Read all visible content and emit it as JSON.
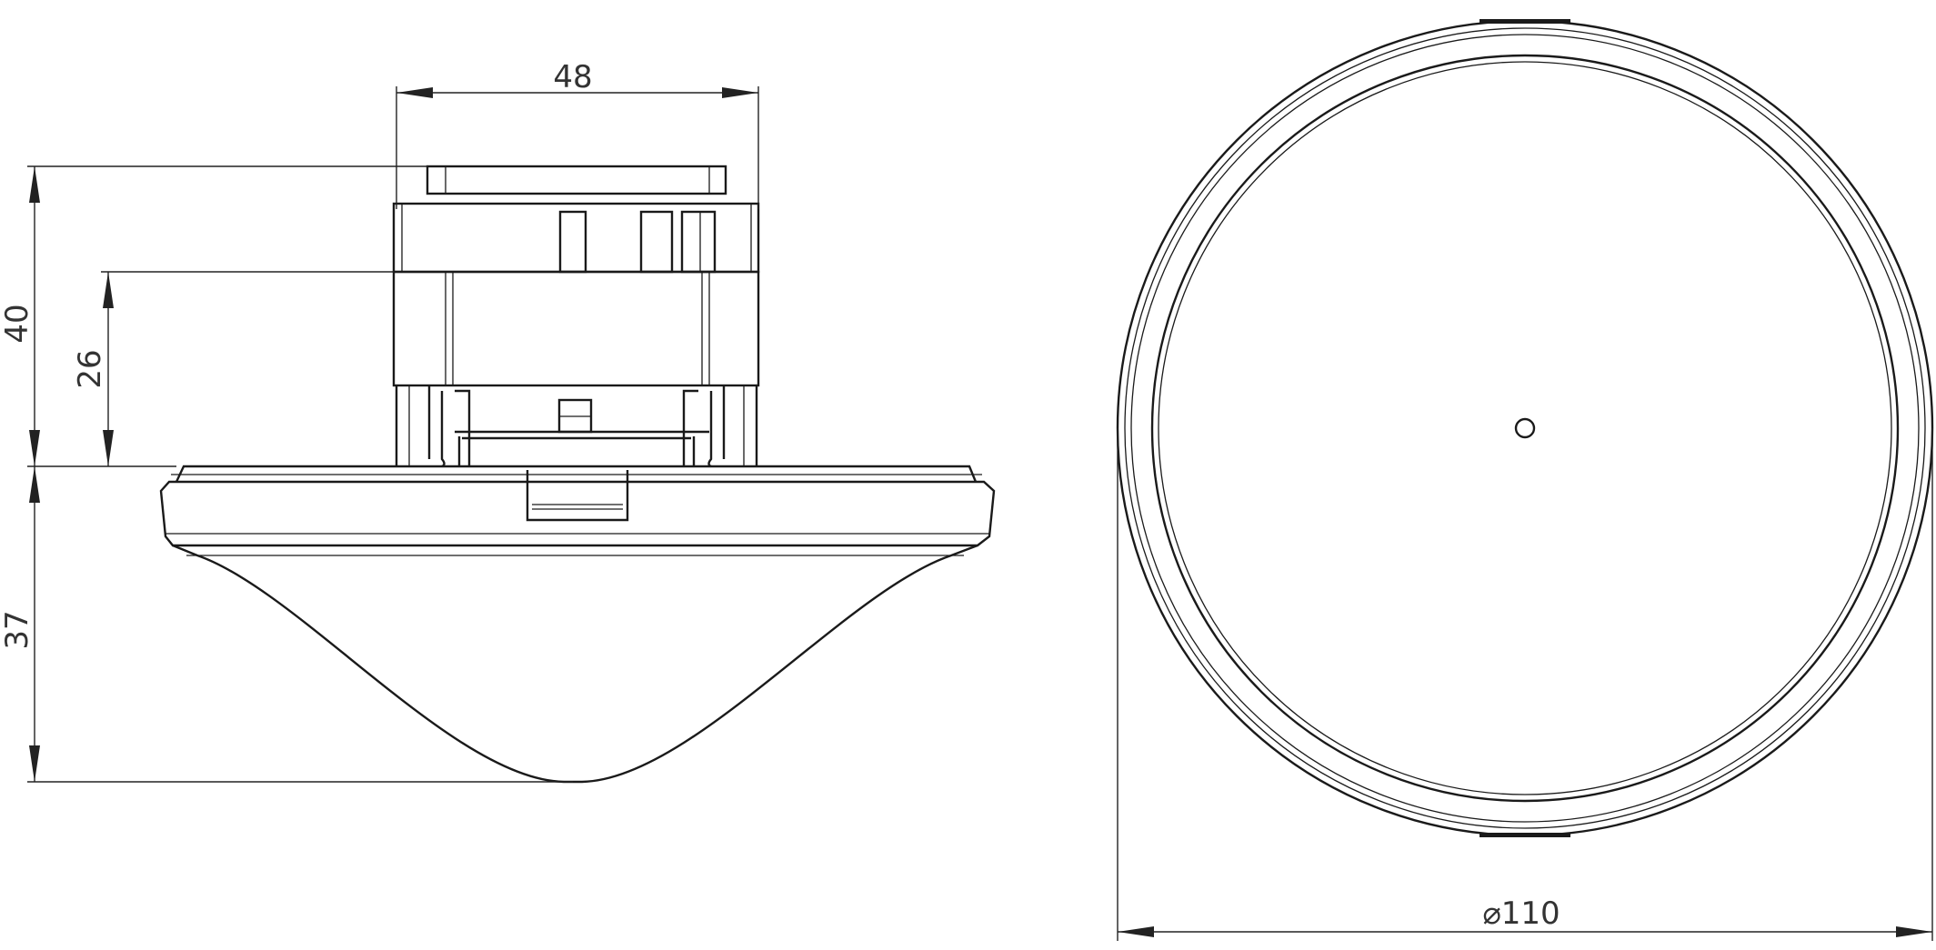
{
  "dimensions": {
    "width_top": "48",
    "height_total_upper": "40",
    "height_body": "26",
    "height_dome": "37",
    "diameter": "⌀110"
  },
  "colors": {
    "line": "#1a1a1a",
    "background": "#ffffff"
  }
}
